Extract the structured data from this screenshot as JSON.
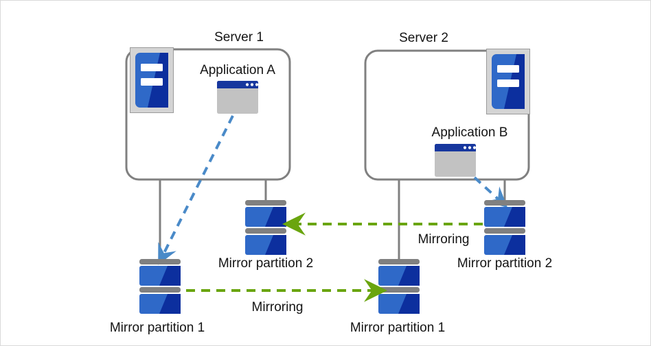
{
  "diagram": {
    "title_hidden": "",
    "servers": [
      {
        "id": "server-1",
        "label": "Server 1",
        "icon_name": "server-tower-icon",
        "icon_position": "top-left",
        "application": {
          "label": "Application A",
          "icon_name": "application-window-icon"
        }
      },
      {
        "id": "server-2",
        "label": "Server 2",
        "icon_name": "server-tower-icon",
        "icon_position": "top-right",
        "application": {
          "label": "Application B",
          "icon_name": "application-window-icon"
        }
      }
    ],
    "disks": [
      {
        "id": "disk-s1-p1",
        "label": "Mirror partition 1",
        "icon_name": "disk-stack-icon",
        "side": "left"
      },
      {
        "id": "disk-s1-p2",
        "label": "Mirror partition 2",
        "icon_name": "disk-stack-icon",
        "side": "left"
      },
      {
        "id": "disk-s2-p1",
        "label": "Mirror partition 1",
        "icon_name": "disk-stack-icon",
        "side": "right"
      },
      {
        "id": "disk-s2-p2",
        "label": "Mirror partition 2",
        "icon_name": "disk-stack-icon",
        "side": "right"
      }
    ],
    "mirroring_links": [
      {
        "id": "mirroring-top",
        "label": "Mirroring",
        "direction": "right-to-left"
      },
      {
        "id": "mirroring-bottom",
        "label": "Mirroring",
        "direction": "left-to-right"
      }
    ],
    "colors": {
      "frame_border": "#d9d9d9",
      "server_box_stroke": "#808080",
      "connector_line": "#808080",
      "access_arrow": "#4a8ac8",
      "mirroring_arrow": "#6aa50e",
      "disk_bar": "#808080",
      "disk_blue_light": "#2f69c8",
      "disk_blue_dark": "#0c2f9e",
      "app_titlebar": "#17379e",
      "app_body": "#c2c2c2",
      "server_icon_bg": "#d4d4d4",
      "server_icon_blue_light": "#2f69c8",
      "server_icon_blue_dark": "#0c2f9e",
      "text": "#141414"
    }
  }
}
